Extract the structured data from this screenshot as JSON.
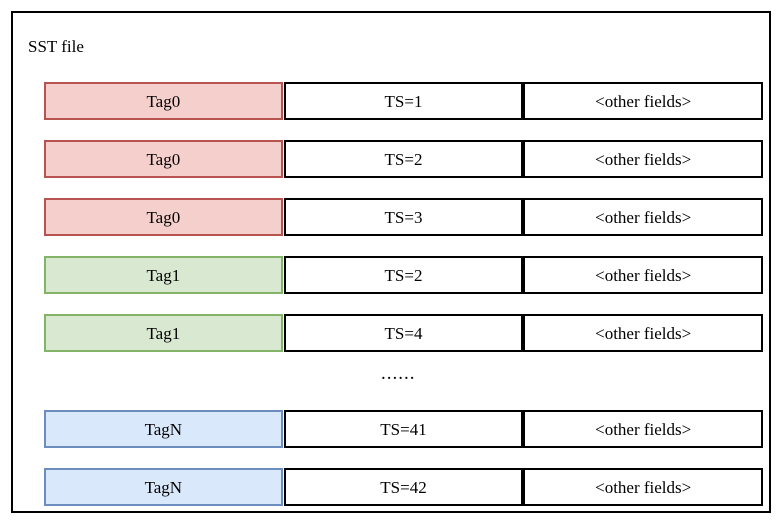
{
  "diagram": {
    "container_label": "SST file",
    "colors": {
      "pink_fill": "#f5cfcc",
      "pink_border": "#b85450",
      "green_fill": "#d9e8d0",
      "green_border": "#82b366",
      "blue_fill": "#dae8fc",
      "blue_border": "#6c8ebf",
      "outline": "#000000",
      "background": "#ffffff"
    },
    "ellipsis": "......",
    "rows": [
      {
        "tag": "Tag0",
        "ts": "TS=1",
        "other": "<other fields>",
        "color": "pink"
      },
      {
        "tag": "Tag0",
        "ts": "TS=2",
        "other": "<other fields>",
        "color": "pink"
      },
      {
        "tag": "Tag0",
        "ts": "TS=3",
        "other": "<other fields>",
        "color": "pink"
      },
      {
        "tag": "Tag1",
        "ts": "TS=2",
        "other": "<other fields>",
        "color": "green"
      },
      {
        "tag": "Tag1",
        "ts": "TS=4",
        "other": "<other fields>",
        "color": "green"
      },
      {
        "tag": "TagN",
        "ts": "TS=41",
        "other": "<other fields>",
        "color": "blue"
      },
      {
        "tag": "TagN",
        "ts": "TS=42",
        "other": "<other fields>",
        "color": "blue"
      }
    ]
  }
}
